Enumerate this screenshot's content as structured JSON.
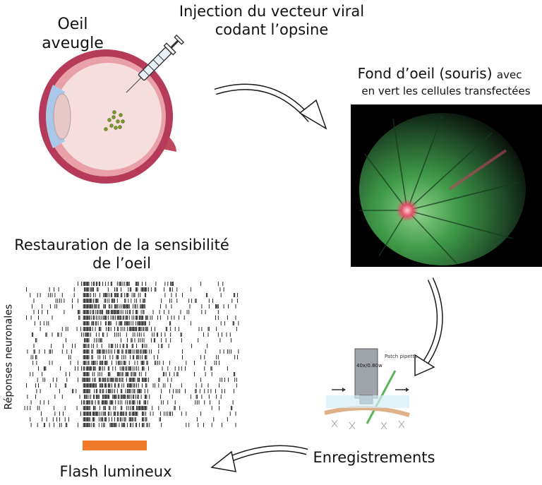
{
  "labels": {
    "oeil_aveugle_line1": "Oeil",
    "oeil_aveugle_line2": "aveugle",
    "injection_line1": "Injection du vecteur viral",
    "injection_line2": "codant l’opsine",
    "fond_oeil_main": "Fond d’oeil (souris)",
    "fond_oeil_avec": "avec",
    "fond_oeil_sub": "en vert les cellules transfectées",
    "restauration_line1": "Restauration de la sensibilité",
    "restauration_line2": "de l’oeil",
    "reponses_neuronales": "Réponses neuronales",
    "flash_lumineux": "Flash lumineux",
    "enregistrements": "Enregistrements",
    "patch_pipette": "Patch pipette",
    "objective": "40x/0.80w"
  },
  "colors": {
    "flash_bar": "#f07a2a",
    "eye_outer": "#b63a5a",
    "eye_inner": "#f5d6d6",
    "transfected_cells": "#6b8e23",
    "fundus_green": "#3fa64a",
    "arrow_stroke": "#1a1a1a"
  },
  "raster": {
    "rows": 26,
    "stimulus_phase": "flash lumineux"
  }
}
